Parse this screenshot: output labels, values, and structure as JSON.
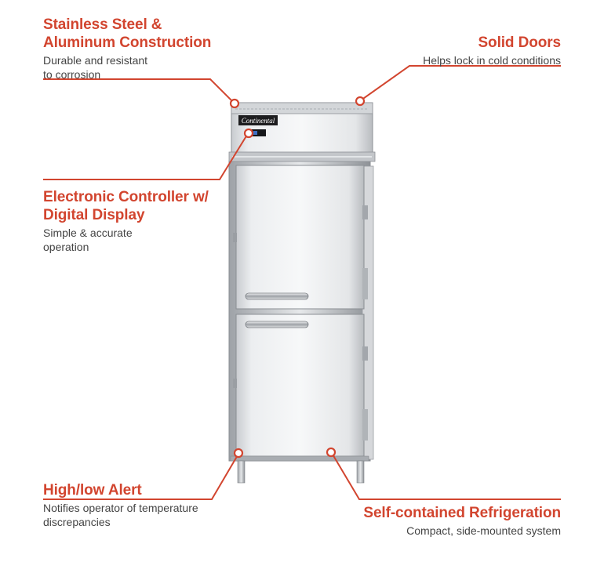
{
  "callouts": {
    "stainless": {
      "title_line1": "Stainless Steel &",
      "title_line2": "Aluminum Construction",
      "desc_line1": "Durable and resistant",
      "desc_line2": "to corrosion"
    },
    "doors": {
      "title": "Solid Doors",
      "desc": "Helps lock in cold conditions"
    },
    "controller": {
      "title_line1": "Electronic Controller w/",
      "title_line2": "Digital Display",
      "desc_line1": "Simple & accurate",
      "desc_line2": "operation"
    },
    "alert": {
      "title": "High/low Alert",
      "desc_line1": "Notifies operator of temperature",
      "desc_line2": "discrepancies"
    },
    "refrigeration": {
      "title": "Self-contained Refrigeration",
      "desc": "Compact, side-mounted system"
    }
  },
  "product": {
    "brand_logo": "Continental",
    "accent_color": "#d2452f"
  }
}
